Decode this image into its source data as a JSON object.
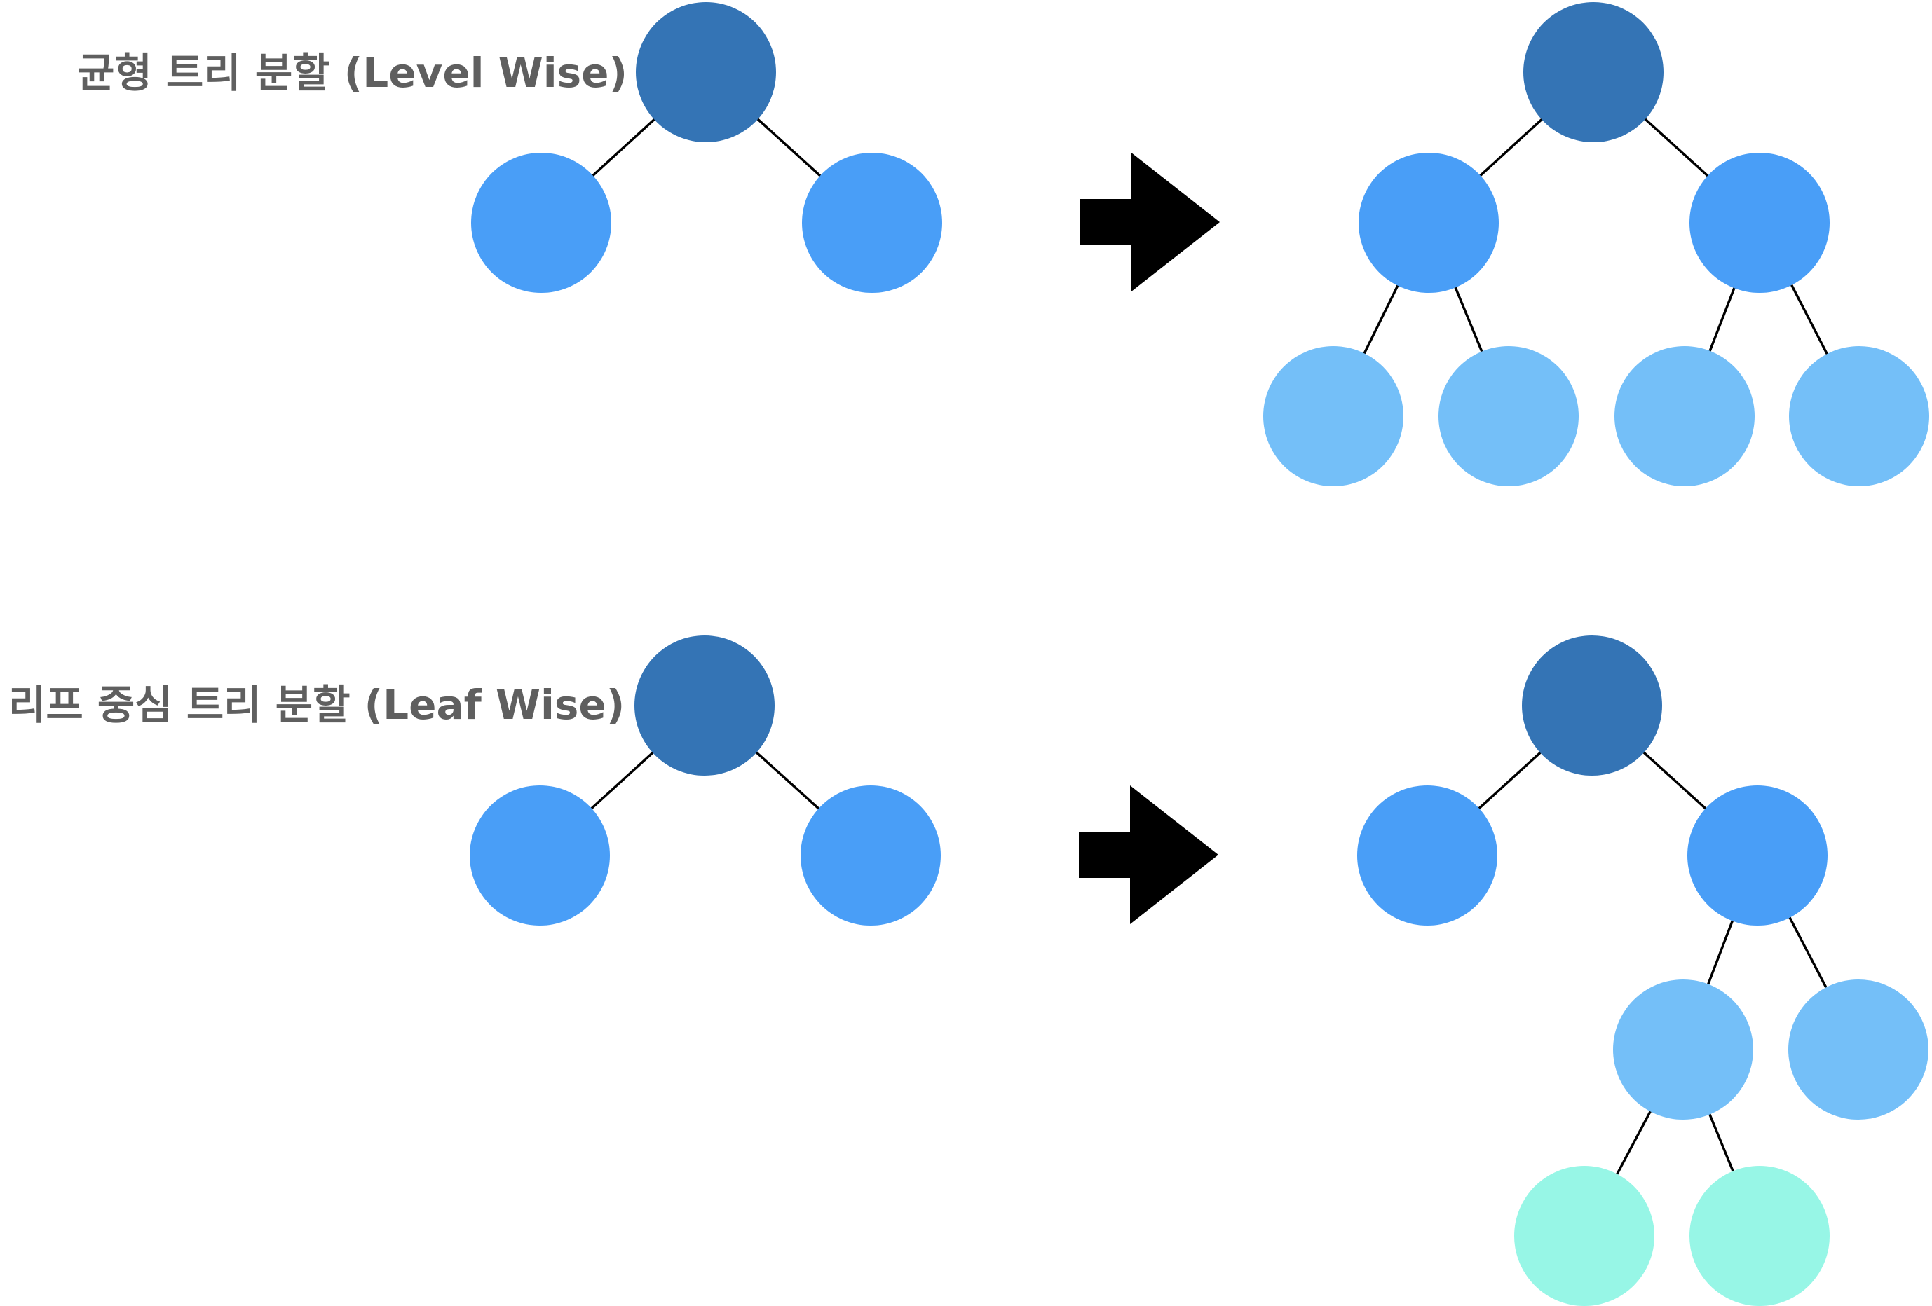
{
  "sections": [
    {
      "id": "level-wise",
      "title": "균형 트리 분할 (Level Wise)",
      "before_tree": {
        "nodes": [
          {
            "id": "root",
            "level": 0
          },
          {
            "id": "L",
            "level": 1,
            "parent": "root"
          },
          {
            "id": "R",
            "level": 1,
            "parent": "root"
          }
        ]
      },
      "after_tree": {
        "nodes": [
          {
            "id": "root",
            "level": 0
          },
          {
            "id": "L",
            "level": 1,
            "parent": "root"
          },
          {
            "id": "R",
            "level": 1,
            "parent": "root"
          },
          {
            "id": "LL",
            "level": 2,
            "parent": "L"
          },
          {
            "id": "LR",
            "level": 2,
            "parent": "L"
          },
          {
            "id": "RL",
            "level": 2,
            "parent": "R"
          },
          {
            "id": "RR",
            "level": 2,
            "parent": "R"
          }
        ]
      }
    },
    {
      "id": "leaf-wise",
      "title": "리프 중심 트리 분할 (Leaf Wise)",
      "before_tree": {
        "nodes": [
          {
            "id": "root",
            "level": 0
          },
          {
            "id": "L",
            "level": 1,
            "parent": "root"
          },
          {
            "id": "R",
            "level": 1,
            "parent": "root"
          }
        ]
      },
      "after_tree": {
        "nodes": [
          {
            "id": "root",
            "level": 0
          },
          {
            "id": "L",
            "level": 1,
            "parent": "root"
          },
          {
            "id": "R",
            "level": 1,
            "parent": "root"
          },
          {
            "id": "RL",
            "level": 2,
            "parent": "R"
          },
          {
            "id": "RR",
            "level": 2,
            "parent": "R"
          },
          {
            "id": "RLL",
            "level": 3,
            "parent": "RL"
          },
          {
            "id": "RLR",
            "level": 3,
            "parent": "RL"
          }
        ]
      }
    }
  ],
  "colors": {
    "level_0": "#3474b5",
    "level_1": "#499ef7",
    "level_2": "#74bff8",
    "level_3": "#97f6e6",
    "edge": "#000000",
    "arrow": "#000000",
    "label": "#5f5f5f"
  }
}
